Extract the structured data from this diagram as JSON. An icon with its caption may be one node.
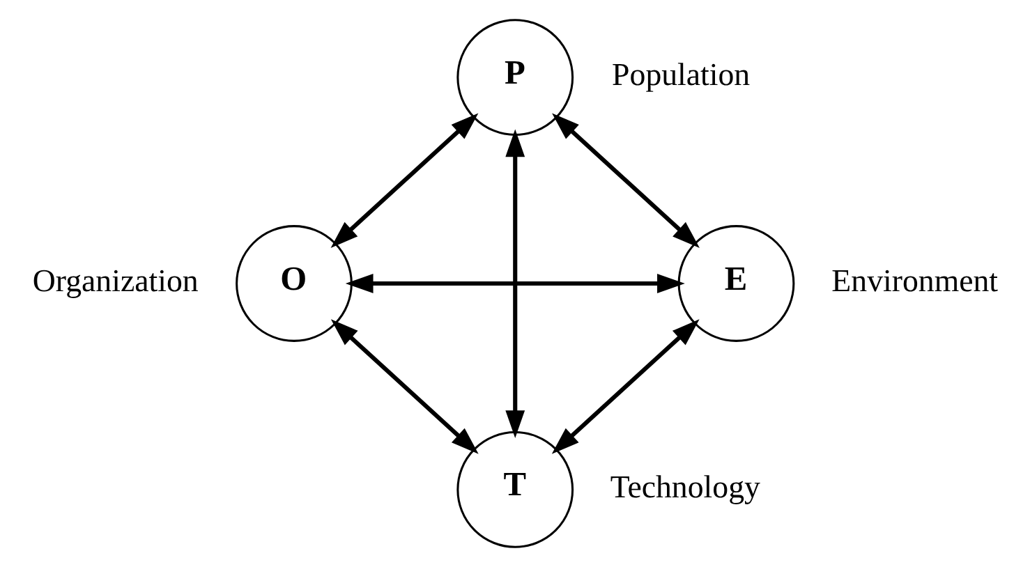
{
  "diagram": {
    "nodes": [
      {
        "text": [
          "P"
        ],
        "beside": [
          "Population"
        ]
      },
      {
        "text": [
          "O"
        ],
        "beside": [
          "Organization"
        ]
      },
      {
        "text": [
          "E"
        ],
        "beside": [
          "Environment"
        ]
      },
      {
        "text": [
          "T"
        ],
        "beside": [
          "Technology"
        ]
      }
    ],
    "edges": [
      {
        "from": 0,
        "to": 1,
        "arrow": "both"
      },
      {
        "from": 0,
        "to": 2,
        "arrow": "both"
      },
      {
        "from": 1,
        "to": 2,
        "arrow": "both"
      },
      {
        "from": 0,
        "to": 3,
        "arrow": "both"
      },
      {
        "from": 1,
        "to": 3,
        "arrow": "both"
      },
      {
        "from": 2,
        "to": 3,
        "arrow": "both"
      }
    ]
  }
}
